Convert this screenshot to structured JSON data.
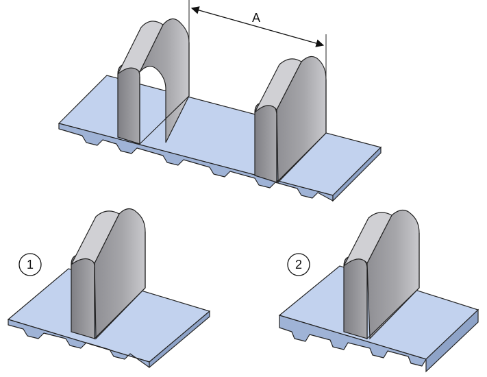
{
  "labels": {
    "dimension": "A",
    "callout_1": "1",
    "callout_2": "2"
  },
  "colors": {
    "belt_top": "#bfd0ec",
    "belt_front": "#9fb3d6",
    "belt_tooth": "#8ea3c8",
    "cleat_face": "#9c9ca0",
    "cleat_side": "#b8b8bc",
    "cleat_top": "#d2d2d6",
    "outline": "#222222"
  }
}
